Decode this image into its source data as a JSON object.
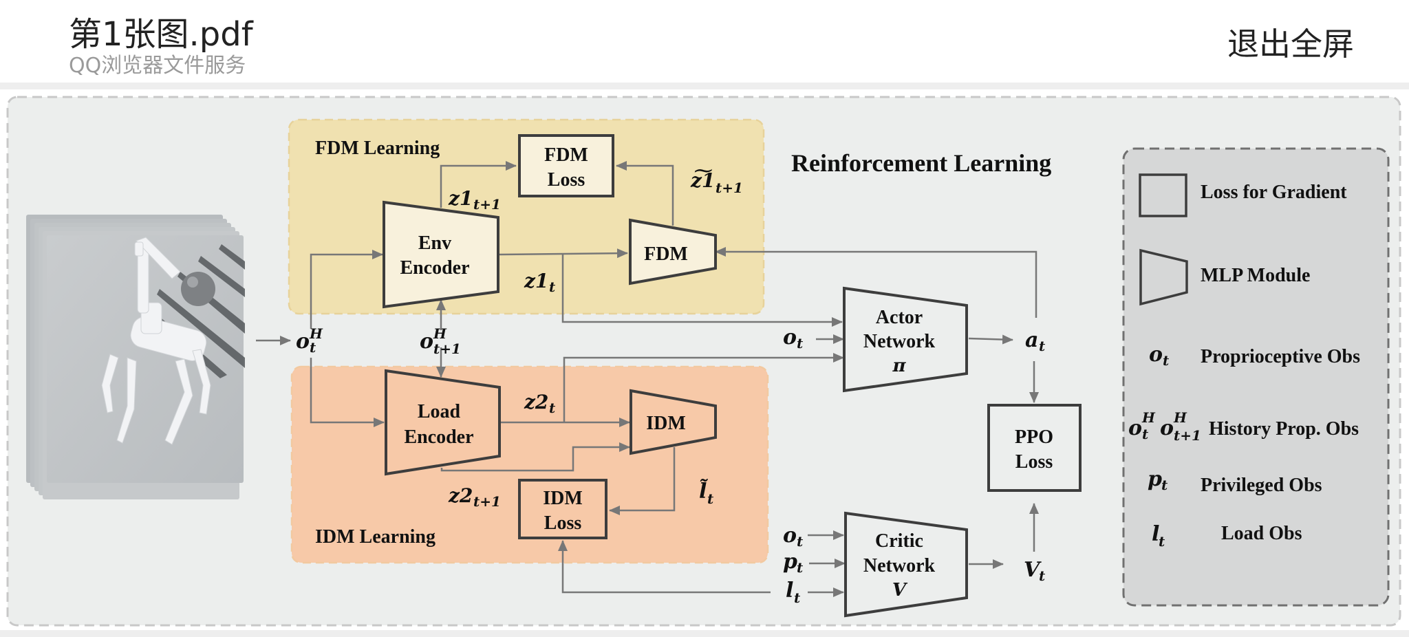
{
  "header": {
    "title": "第1张图.pdf",
    "subtitle": "QQ浏览器文件服务",
    "exit_fullscreen": "退出全屏"
  },
  "colors": {
    "fdm_region": "#f0e1b0",
    "idm_region": "#f7c9a8",
    "module_fill_fdm": "#f8f1dc",
    "module_fill_idm": "#f7c9a8",
    "outer_bg": "#eceeed",
    "legend_bg": "#d6d7d7",
    "stroke": "#3d3d3d",
    "arrow": "#777777"
  },
  "diagram": {
    "image_alt": "Quadruped robot with manipulator arm holding a ball, stacked history frames",
    "fdm_region_label": "FDM Learning",
    "idm_region_label": "IDM  Learning",
    "rl_title": "Reinforcement Learning",
    "modules": {
      "env_encoder": [
        "Env",
        "Encoder"
      ],
      "fdm": "FDM",
      "fdm_loss": [
        "FDM",
        "Loss"
      ],
      "load_encoder": [
        "Load",
        "Encoder"
      ],
      "idm": "IDM",
      "idm_loss": [
        "IDM",
        "Loss"
      ],
      "actor": [
        "Actor",
        "Network",
        "π"
      ],
      "critic": [
        "Critic",
        "Network",
        "V"
      ],
      "ppo_loss": [
        "PPO",
        "Loss"
      ]
    },
    "symbols": {
      "o_t_H": {
        "base": "o",
        "sub": "t",
        "sup": "H"
      },
      "o_t1_H": {
        "base": "o",
        "sub": "t+1",
        "sup": "H"
      },
      "z1_t1": {
        "base": "z1",
        "sub": "t+1"
      },
      "z1_t": {
        "base": "z1",
        "sub": "t"
      },
      "z1_tilde_t1": {
        "base": "z͠1",
        "sub": "t+1"
      },
      "z2_t": {
        "base": "z2",
        "sub": "t"
      },
      "z2_t1": {
        "base": "z2",
        "sub": "t+1"
      },
      "l_tilde_t": {
        "base": "l̃",
        "sub": "t"
      },
      "o_t": {
        "base": "o",
        "sub": "t"
      },
      "p_t": {
        "base": "p",
        "sub": "t"
      },
      "l_t": {
        "base": "l",
        "sub": "t"
      },
      "a_t": {
        "base": "a",
        "sub": "t"
      },
      "V_t": {
        "base": "V",
        "sub": "t"
      }
    }
  },
  "legend": {
    "items": [
      {
        "symbol": "rect",
        "label": "Loss for Gradient"
      },
      {
        "symbol": "trapezoid",
        "label": "MLP Module"
      },
      {
        "symbol": "o_t",
        "label": "Proprioceptive Obs"
      },
      {
        "symbol": "o_t_H o_t+1_H",
        "label": "History Prop. Obs"
      },
      {
        "symbol": "p_t",
        "label": "Privileged Obs"
      },
      {
        "symbol": "l_t",
        "label": "Load Obs"
      }
    ]
  }
}
